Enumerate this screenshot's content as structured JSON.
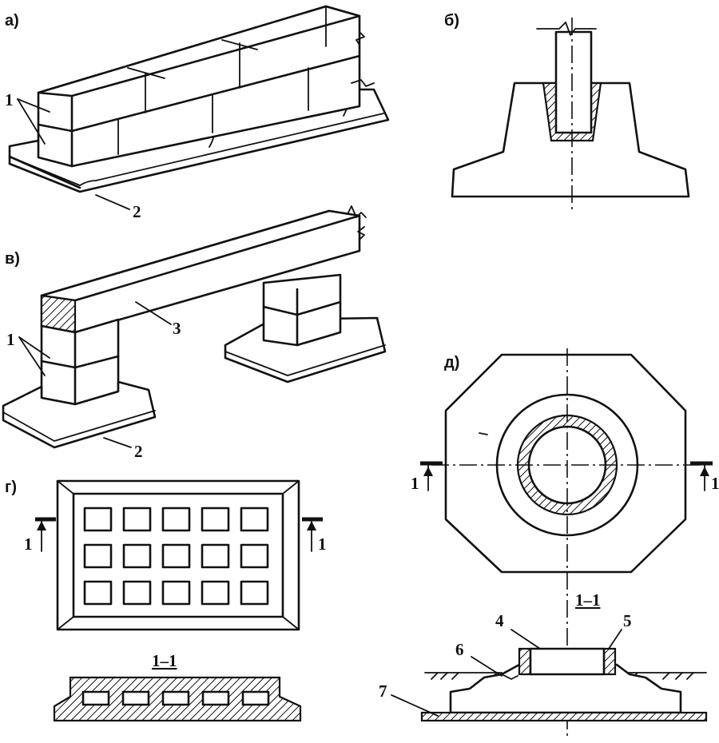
{
  "panels": {
    "a": "а)",
    "b": "б)",
    "v": "в)",
    "g": "г)",
    "d": "д)"
  },
  "callouts": {
    "block": "1",
    "base_pad": "2",
    "beam": "3",
    "glass": "4",
    "wall": "5",
    "slope": "6",
    "prep": "7"
  },
  "section": {
    "mark": "1",
    "title": "1–1"
  }
}
